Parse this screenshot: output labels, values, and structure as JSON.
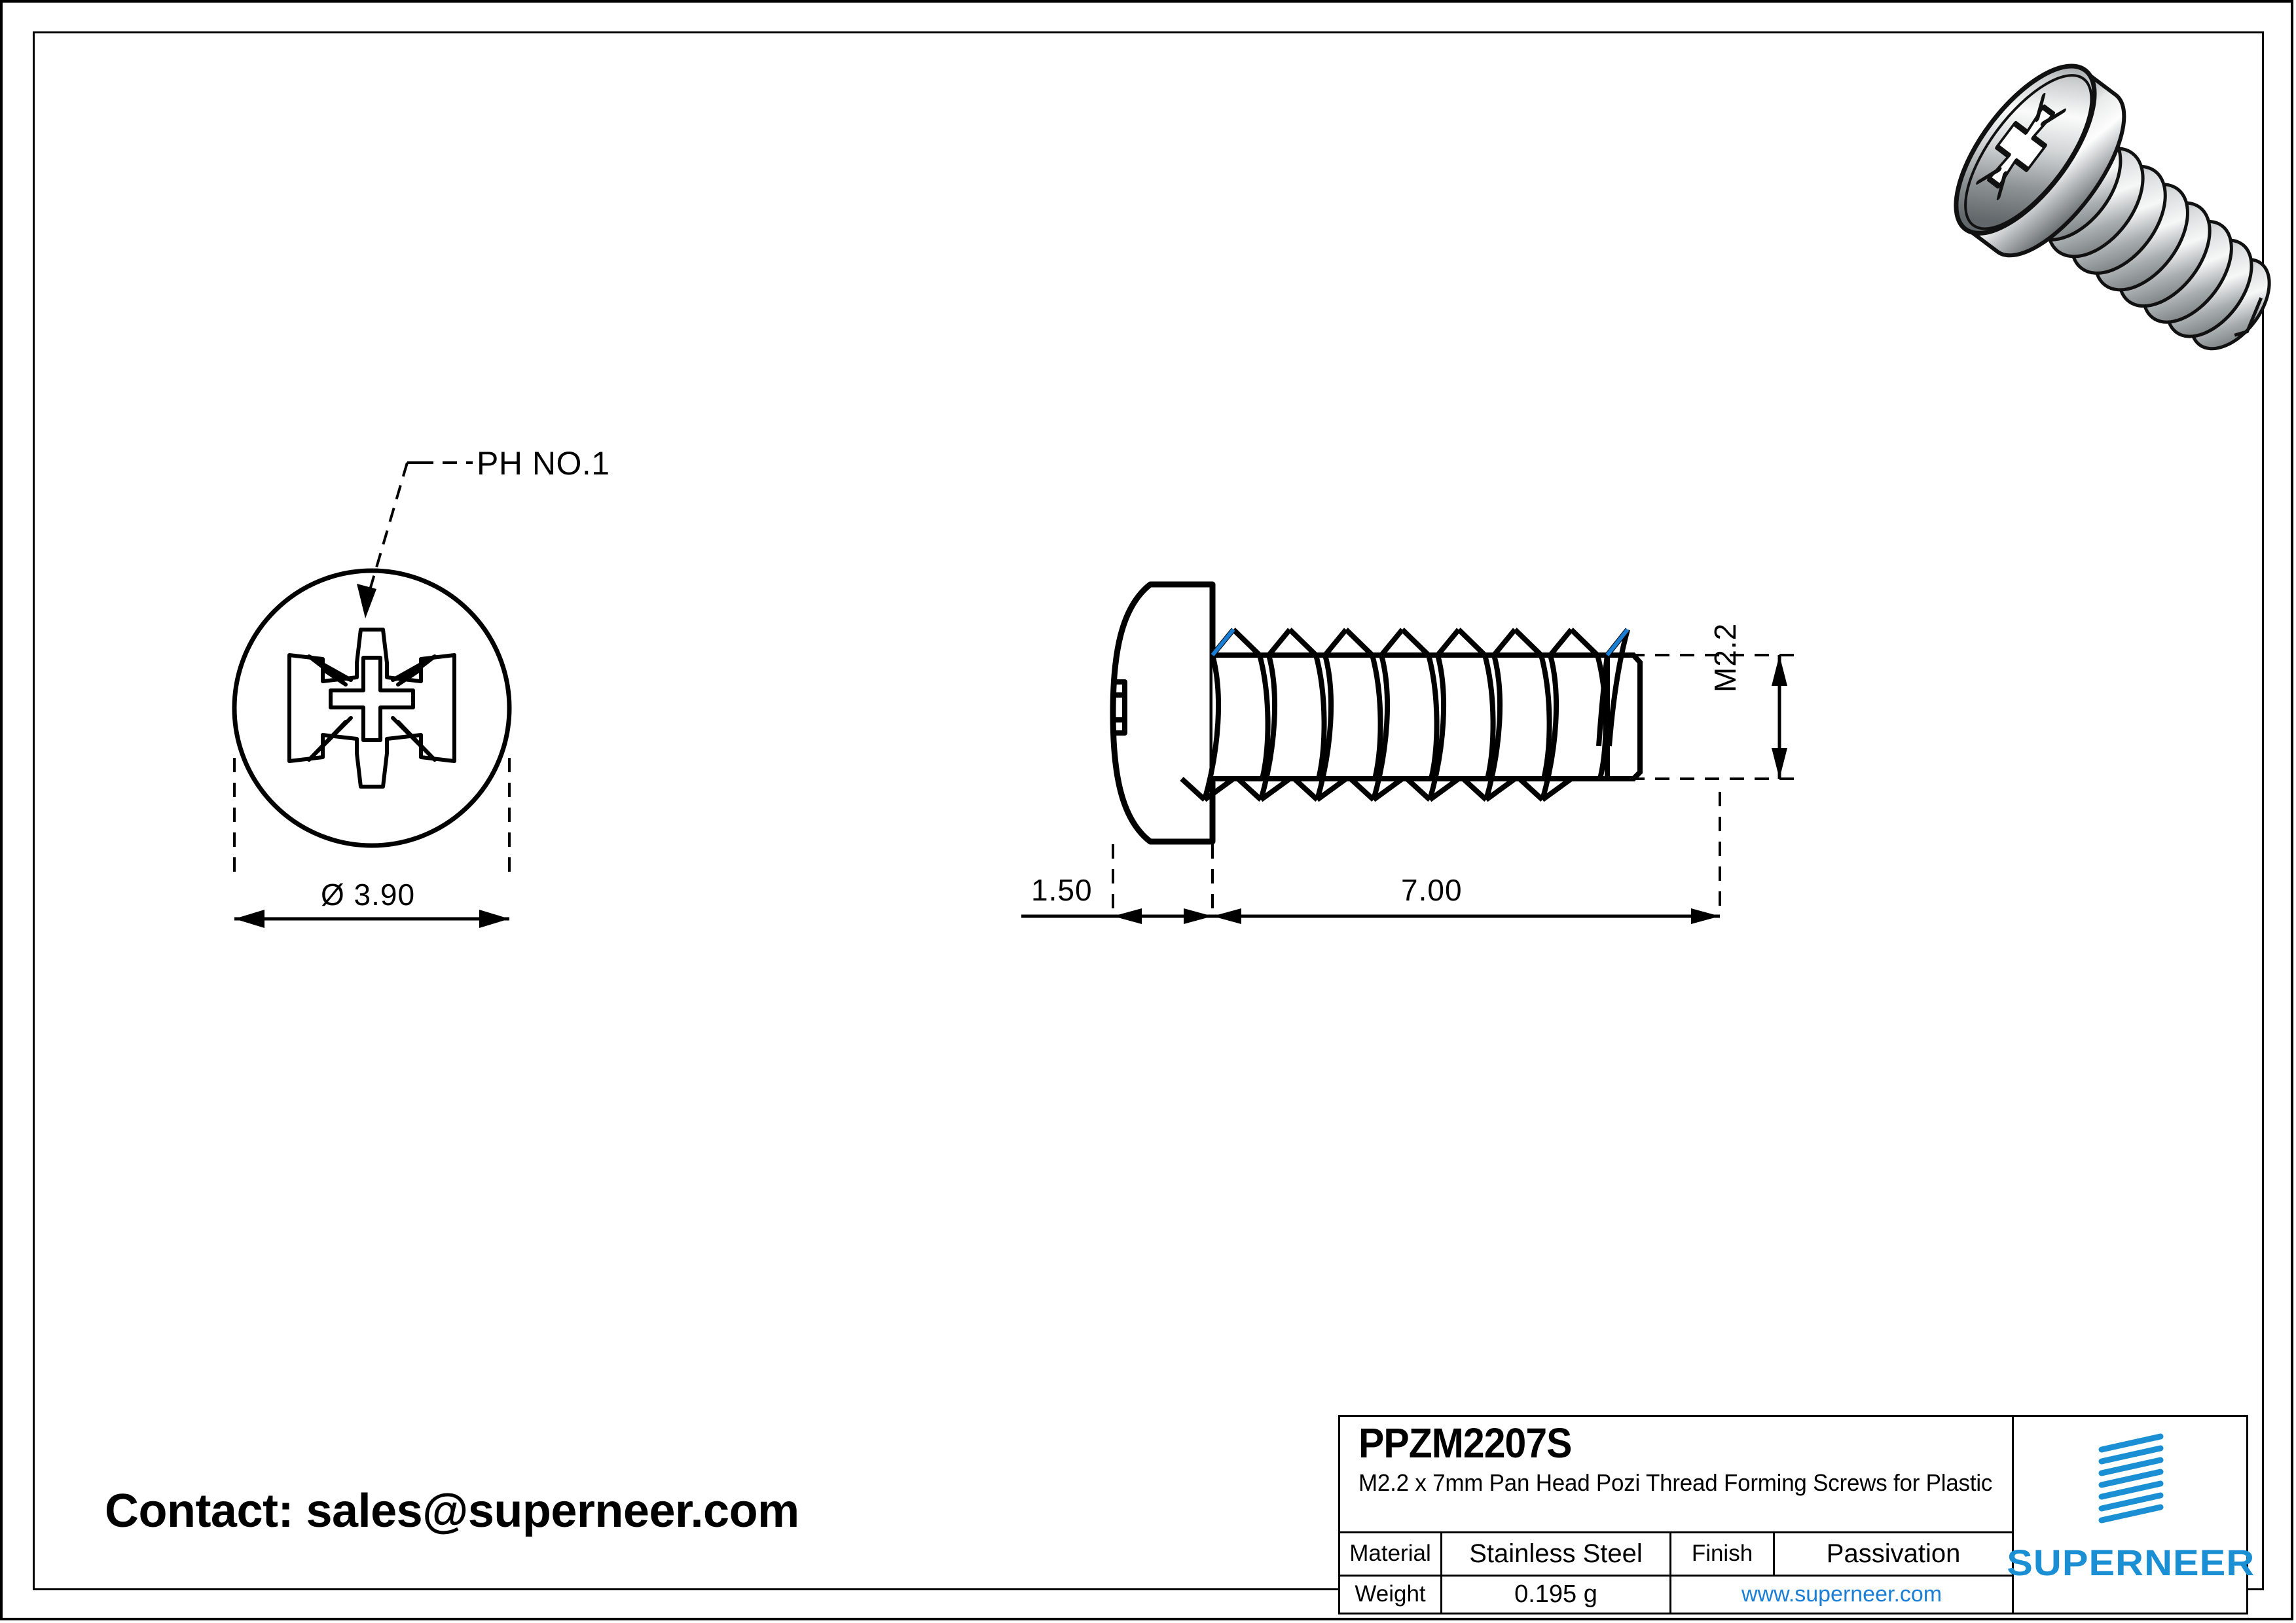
{
  "sheet": {
    "background": "#ffffff",
    "border_color": "#000000"
  },
  "front_view": {
    "leader_label": "PH NO.1",
    "diameter_dim": "Ø 3.90",
    "icons": {
      "head_circle": "circle-outline-icon",
      "pozi_recess": "pozi-cross-recess-icon",
      "leader_arrow": "leader-arrow-icon"
    }
  },
  "side_view": {
    "head_height_dim": "1.50",
    "length_dim": "7.00",
    "thread_dim": "M2.2",
    "icons": {
      "pan_head": "pan-head-profile-icon",
      "thread_body": "thread-helix-icon",
      "dim_arrow": "dimension-arrow-icon"
    }
  },
  "render_3d": {
    "icon": "screw-3d-render-icon",
    "alt": "M2.2 x 7mm Pan Head Pozi Thread Forming Screw",
    "body_color": "#b9bcbd",
    "highlight_color": "#f2f3f3",
    "shadow_color": "#7d8183",
    "outline_color": "#111111"
  },
  "contact": {
    "text": "Contact: sales@superneer.com"
  },
  "title_block": {
    "part_number": "PPZM2207S",
    "description": "M2.2 x 7mm Pan Head Pozi Thread Forming Screws for Plastic",
    "rows": [
      {
        "label": "Material",
        "value": "Stainless Steel",
        "label2": "Finish",
        "value2": "Passivation"
      },
      {
        "label": "Weight",
        "value": "0.195 g",
        "website": "www.superneer.com"
      }
    ],
    "labels": {
      "material": "Material",
      "material_value": "Stainless Steel",
      "finish": "Finish",
      "finish_value": "Passivation",
      "weight": "Weight",
      "weight_value": "0.195 g",
      "website": "www.superneer.com"
    },
    "brand": {
      "name": "SUPERNEER",
      "color": "#1a8fd4",
      "link_color": "#1a7fd4",
      "logo_icon": "superneer-stripes-logo-icon"
    }
  }
}
